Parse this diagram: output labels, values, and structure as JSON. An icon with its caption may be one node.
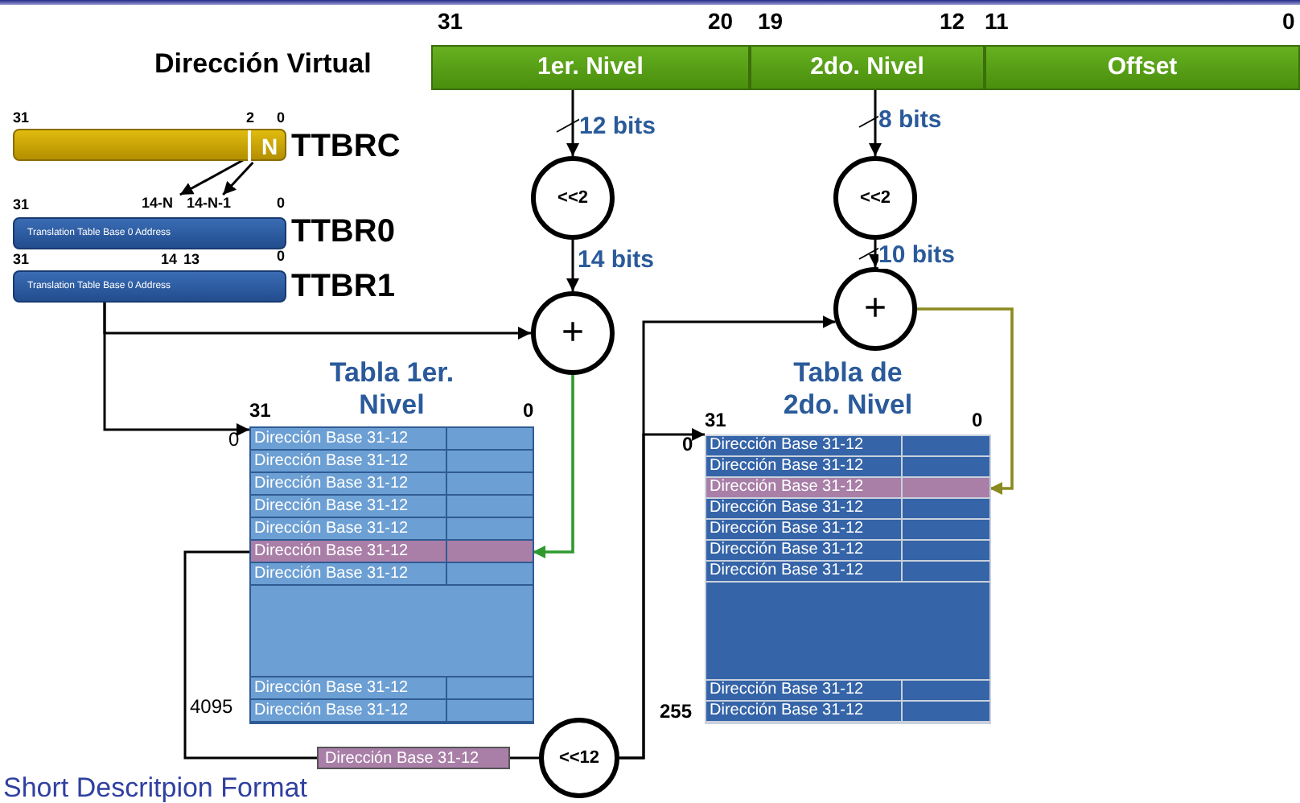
{
  "diagram": {
    "caption": "Short Descritpion Format",
    "nodes": [
      {
        "text": [
          "1er. Nivel"
        ]
      },
      {
        "text": [
          "2do. Nivel"
        ]
      },
      {
        "text": [
          "Offset"
        ]
      },
      {
        "text": [],
        "shape": "bar",
        "beside": [
          "TTBRC"
        ]
      },
      {
        "text": [
          "N"
        ],
        "in": 3
      },
      {
        "text": [
          "Translation Table Base 0 Address"
        ],
        "beside": [
          "TTBR0"
        ]
      },
      {
        "text": [
          "Translation Table Base 0 Address"
        ],
        "beside": [
          "TTBR1"
        ]
      },
      {
        "text": [
          "14-N"
        ]
      },
      {
        "text": [
          "14-N-1"
        ]
      },
      {
        "text": [
          "<<2"
        ]
      },
      {
        "text": [
          "+"
        ]
      },
      {
        "text": [
          "<<2"
        ]
      },
      {
        "text": [
          "+"
        ]
      },
      {
        "text": [
          "Tabla 1er. Nivel"
        ]
      },
      {
        "text": [
          "Dirección Base 31-12"
        ],
        "in": 13
      },
      {
        "text": [
          "Dirección Base 31-12"
        ],
        "in": 13
      },
      {
        "text": [
          "Dirección Base 31-12"
        ],
        "in": 13
      },
      {
        "text": [
          "Dirección Base 31-12"
        ],
        "in": 13
      },
      {
        "text": [
          "Dirección Base 31-12"
        ],
        "in": 13
      },
      {
        "text": [
          "Dirección Base 31-12"
        ],
        "in": 13
      },
      {
        "text": [
          "Dirección Base 31-12"
        ],
        "in": 13
      },
      {
        "text": [
          "Dirección Base 31-12"
        ],
        "in": 13
      },
      {
        "text": [
          "Dirección Base 31-12"
        ],
        "in": 13
      },
      {
        "text": [
          "Tabla de 2do. Nivel"
        ]
      },
      {
        "text": [
          "Dirección Base 31-12"
        ],
        "in": 23
      },
      {
        "text": [
          "Dirección Base 31-12"
        ],
        "in": 23
      },
      {
        "text": [
          "Dirección Base 31-12"
        ],
        "in": 23
      },
      {
        "text": [
          "Dirección Base 31-12"
        ],
        "in": 23
      },
      {
        "text": [
          "Dirección Base 31-12"
        ],
        "in": 23
      },
      {
        "text": [
          "Dirección Base 31-12"
        ],
        "in": 23
      },
      {
        "text": [
          "Dirección Base 31-12"
        ],
        "in": 23
      },
      {
        "text": [
          "Dirección Base 31-12"
        ],
        "in": 23
      },
      {
        "text": [
          "Dirección Base 31-12"
        ],
        "in": 23
      },
      {
        "text": [
          "Dirección Base 31-12"
        ]
      },
      {
        "text": [
          "<<12"
        ]
      }
    ],
    "edges": [
      {
        "from": 0,
        "to": 9,
        "arrow": "to",
        "label": "12 bits"
      },
      {
        "from": 9,
        "to": 10,
        "arrow": "to",
        "label": "14 bits"
      },
      {
        "from": 1,
        "to": 11,
        "arrow": "to",
        "label": "8 bits"
      },
      {
        "from": 11,
        "to": 12,
        "arrow": "to",
        "label": "10 bits"
      },
      {
        "from": 4,
        "to": 7,
        "arrow": "to"
      },
      {
        "from": 4,
        "to": 8,
        "arrow": "to"
      },
      {
        "from": 6,
        "to": 10,
        "arrow": "to"
      },
      {
        "from": 6,
        "to": 13,
        "arrow": "to"
      },
      {
        "from": 10,
        "to": 19,
        "arrow": "to",
        "color": "#2e9a2e"
      },
      {
        "from": 19,
        "to": 33,
        "arrow": "none"
      },
      {
        "from": 33,
        "to": 34,
        "arrow": "none"
      },
      {
        "from": 34,
        "to": 12,
        "arrow": "to"
      },
      {
        "from": 34,
        "to": 23,
        "arrow": "to"
      },
      {
        "from": 12,
        "to": 26,
        "arrow": "to",
        "color": "#8a8a20"
      }
    ],
    "labels": [
      "31",
      "20",
      "19",
      "12",
      "11",
      "0",
      "Dirección Virtual",
      "31",
      "2",
      "0",
      "31",
      "0",
      "31",
      "14",
      "13",
      "0",
      "31",
      "0",
      "0",
      "4095",
      "31",
      "0",
      "0",
      "255"
    ]
  }
}
